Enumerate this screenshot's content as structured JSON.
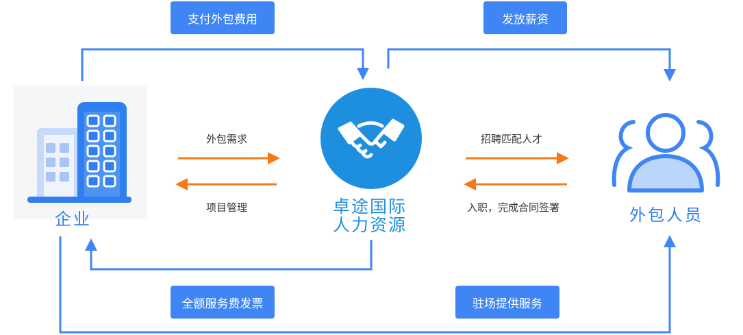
{
  "tags": {
    "pay": "支付外包费用",
    "salary": "发放薪资",
    "invoice": "全额服务费发票",
    "onsite": "驻场提供服务"
  },
  "flows": {
    "demand": "外包需求",
    "project": "项目管理",
    "recruit": "招聘匹配人才",
    "onboard": "入职，完成合同签署"
  },
  "nodes": {
    "enterprise": "企业",
    "center_line1": "卓途国际",
    "center_line2": "人力资源",
    "workers": "外包人员"
  },
  "colors": {
    "blue": "#3f86f4",
    "orange": "#f57a16",
    "center_circle": "#1e8fde",
    "building_light": "#c7daf9",
    "people_light": "#bcd5fb"
  },
  "icons": {
    "enterprise": "building-icon",
    "center": "handshake-icon",
    "workers": "people-icon"
  }
}
